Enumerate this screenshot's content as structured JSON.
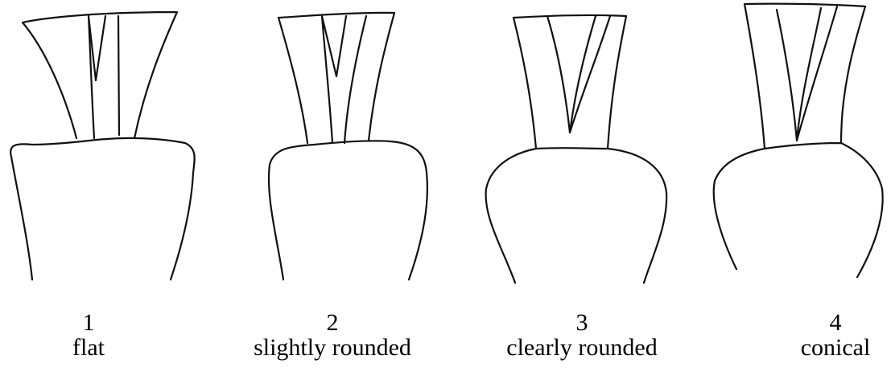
{
  "shapes": [
    {
      "number": "1",
      "label": "flat",
      "shape": "flat"
    },
    {
      "number": "2",
      "label": "slightly rounded",
      "shape": "slightly-rounded"
    },
    {
      "number": "3",
      "label": "clearly rounded",
      "shape": "clearly-rounded"
    },
    {
      "number": "4",
      "label": "conical",
      "shape": "conical"
    }
  ],
  "line_color": "#111111"
}
